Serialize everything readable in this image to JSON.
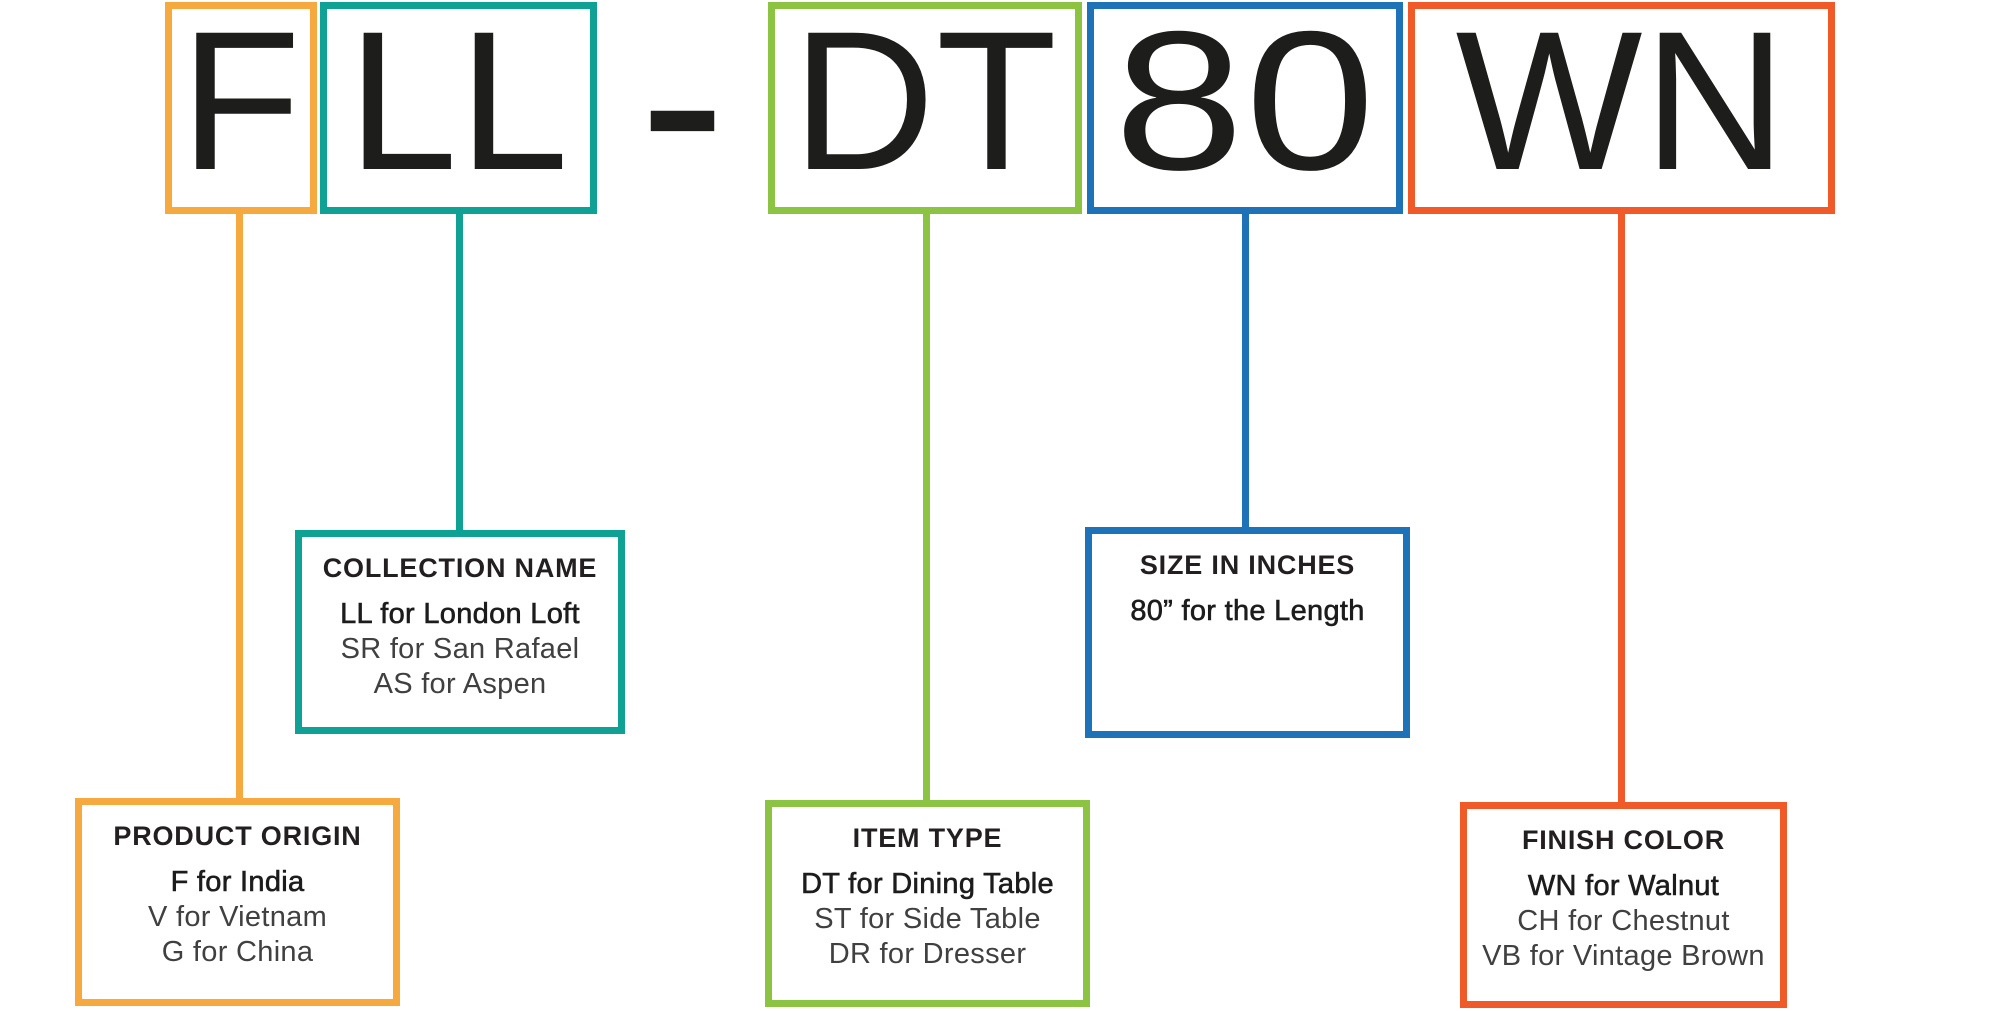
{
  "sku": {
    "separator": "-",
    "segments": [
      {
        "id": "product-origin",
        "code": "F",
        "color": "#F5A93E",
        "title": "PRODUCT ORIGIN",
        "lines": [
          "F for India",
          "V for Vietnam",
          "G for China"
        ]
      },
      {
        "id": "collection-name",
        "code": "LL",
        "color": "#0FA194",
        "title": "COLLECTION NAME",
        "lines": [
          "LL for London Loft",
          "SR for San Rafael",
          "AS for Aspen"
        ]
      },
      {
        "id": "item-type",
        "code": "DT",
        "color": "#8DC342",
        "title": "ITEM TYPE",
        "lines": [
          "DT for Dining Table",
          "ST for Side Table",
          "DR for Dresser"
        ]
      },
      {
        "id": "size-in-inches",
        "code": "80",
        "color": "#1E72B8",
        "title": "SIZE IN INCHES",
        "lines": [
          "80” for the Length"
        ]
      },
      {
        "id": "finish-color",
        "code": "WN",
        "color": "#F05A28",
        "title": "FINISH COLOR",
        "lines": [
          "WN for Walnut",
          "CH for Chestnut",
          "VB for Vintage Brown"
        ]
      }
    ]
  }
}
